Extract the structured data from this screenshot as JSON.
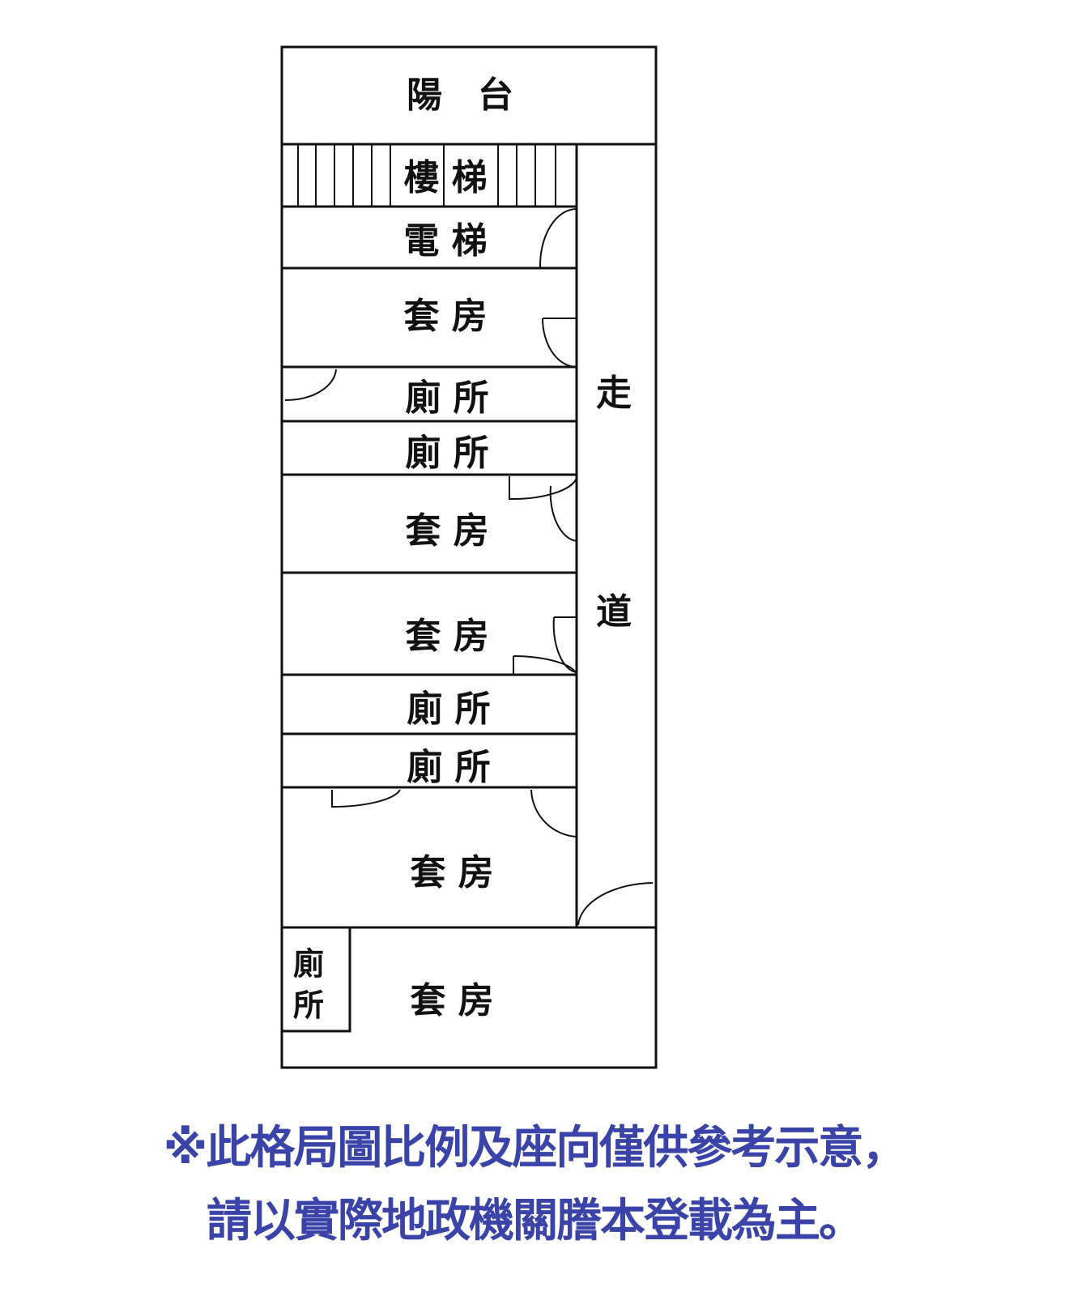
{
  "floorplan": {
    "balcony": "陽　台",
    "stairs": "樓 梯",
    "elevator": "電 梯",
    "corridor_top": "走",
    "corridor_bottom": "道",
    "rooms": [
      {
        "label": "套 房"
      },
      {
        "label": "廁 所"
      },
      {
        "label": "廁 所"
      },
      {
        "label": "套 房"
      },
      {
        "label": "套 房"
      },
      {
        "label": "廁 所"
      },
      {
        "label": "廁 所"
      },
      {
        "label": "套 房"
      },
      {
        "label": "套 房"
      }
    ],
    "corner_toilet_top": "廁",
    "corner_toilet_bottom": "所"
  },
  "disclaimer": {
    "line1": "※此格局圖比例及座向僅供參考示意，",
    "line2": "請以實際地政機關謄本登載為主。"
  }
}
